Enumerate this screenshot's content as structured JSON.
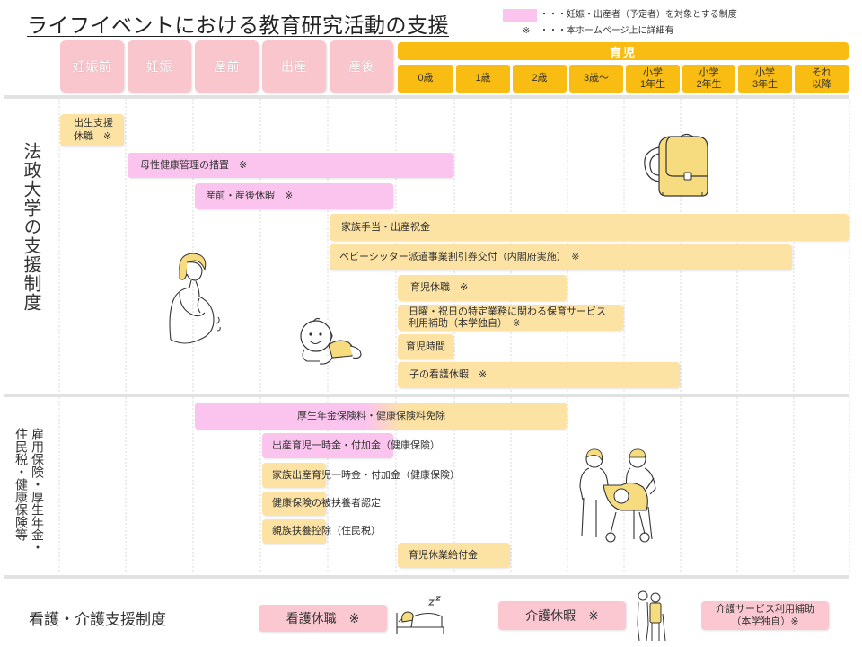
{
  "title": "ライフイベントにおける教育研究活動の支援",
  "legend": {
    "pink_desc": "・・・妊娠・出産者（予定者）を対象とする制度",
    "note_mark": "※",
    "note_desc": "・・・本ホームページ上に詳細有"
  },
  "header": {
    "stages": [
      "妊娠前",
      "妊娠",
      "産前",
      "出産",
      "産後"
    ],
    "childcare": "育児",
    "ages": [
      "0歳",
      "1歳",
      "2歳",
      "3歳〜",
      "小学\n1年生",
      "小学\n2年生",
      "小学\n3年生",
      "それ\n以降"
    ]
  },
  "university": {
    "label": "法政大学の支援制度",
    "items": [
      {
        "label": "出生支援\n休職　※",
        "span": [
          "妊娠前",
          "妊娠前"
        ],
        "color": "#fde3a3"
      },
      {
        "label": "母性健康管理の措置　※",
        "span": [
          "妊娠",
          "0歳"
        ],
        "color": "#fbc4ef"
      },
      {
        "label": "産前・産後休暇　※",
        "span": [
          "産前",
          "産後"
        ],
        "color": "#fbc4ef"
      },
      {
        "label": "家族手当・出産祝金",
        "span": [
          "産後",
          "それ\n以降"
        ],
        "color": "#fde3a3"
      },
      {
        "label": "ベビーシッター派遣事業割引券交付（内閣府実施）　※",
        "span": [
          "産後",
          "小学\n3年生"
        ],
        "color": "#fde3a3"
      },
      {
        "label": "育児休職　※",
        "span": [
          "0歳",
          "2歳"
        ],
        "color": "#fde3a3"
      },
      {
        "label": "日曜・祝日の特定業務に関わる保育サービス\n利用補助（本学独自）　※",
        "span": [
          "0歳",
          "3歳〜"
        ],
        "color": "#fde3a3"
      },
      {
        "label": "育児時間",
        "span": [
          "0歳",
          "0歳"
        ],
        "color": "#fde3a3"
      },
      {
        "label": "子の看護休暇　※",
        "span": [
          "0歳",
          "小学\n1年生"
        ],
        "color": "#fde3a3"
      }
    ]
  },
  "insurance": {
    "label": "雇用保険・厚生年金・\n住民税・健康保険等",
    "items": [
      {
        "label": "厚生年金保険料・健康保険料免除",
        "span": [
          "産前",
          "2歳"
        ],
        "color": [
          "#fbc4ef",
          "#fde3a3"
        ]
      },
      {
        "label": "出産育児一時金・付加金（健康保険）",
        "span": [
          "出産",
          "産後"
        ],
        "color": "#fbc4ef"
      },
      {
        "label": "家族出産育児一時金・付加金（健康保険）",
        "span": [
          "出産",
          "出産"
        ],
        "color": "#fde3a3"
      },
      {
        "label": "健康保険の被扶養者認定",
        "span": [
          "出産",
          "出産"
        ],
        "color": "#fde3a3"
      },
      {
        "label": "親族扶養控除（住民税）",
        "span": [
          "出産",
          "出産"
        ],
        "color": "#fde3a3"
      },
      {
        "label": "育児休業給付金",
        "span": [
          "0歳",
          "1歳"
        ],
        "color": "#fde3a3"
      }
    ]
  },
  "care": {
    "label": "看護・介護支援制度",
    "items": [
      {
        "label": "看護休職　※"
      },
      {
        "label": "介護休暇　※"
      },
      {
        "label": "介護サービス利用補助\n（本学独自）※"
      }
    ]
  },
  "colors": {
    "stage_pink": "#f9c6cd",
    "childcare_gold": "#f8bc12",
    "pregnancy_pink": "#fbc4ef",
    "childcare_yellow": "#fde3a3",
    "care_pink": "#fbc8d1",
    "separator_gray": "#e2e2e2",
    "grid_gray": "#d9d9d9",
    "illustration_yellow": "#f6db7f"
  },
  "icons": [
    "school-backpack-icon",
    "pregnant-woman-icon",
    "crawling-baby-icon",
    "family-stroller-icon",
    "patient-in-bed-icon",
    "elderly-caregiver-icon"
  ]
}
